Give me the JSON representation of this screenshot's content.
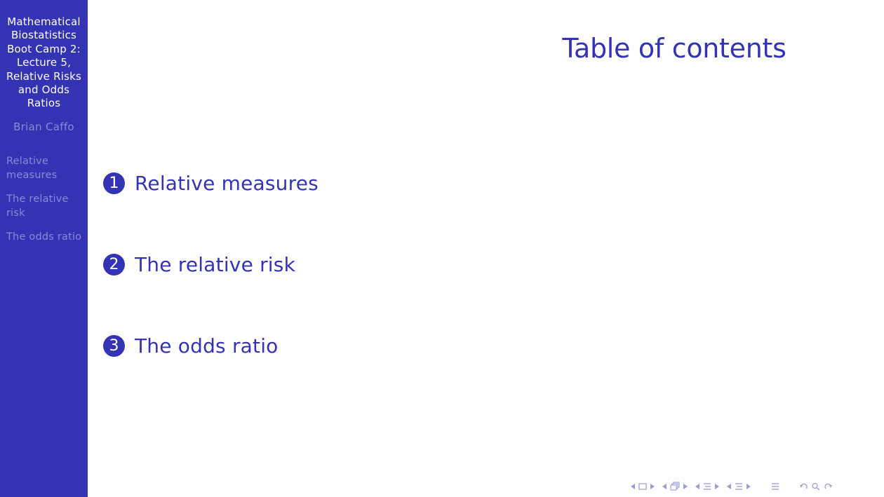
{
  "sidebar": {
    "title": "Mathematical Biostatistics Boot Camp 2: Lecture 5, Relative Risks and Odds Ratios",
    "author": "Brian Caffo",
    "nav_items": [
      "Relative measures",
      "The relative risk",
      "The odds ratio"
    ]
  },
  "slide": {
    "title": "Table of contents",
    "toc": [
      {
        "number": "1",
        "label": "Relative measures"
      },
      {
        "number": "2",
        "label": "The relative risk"
      },
      {
        "number": "3",
        "label": "The odds ratio"
      }
    ]
  },
  "colors": {
    "accent": "#3333b3",
    "sidebar_muted_text": "#8a8ad8",
    "nav_symbols": "#9b9bd6"
  },
  "navigation_icons": [
    "prev-frame-arrow-icon",
    "frame-icon",
    "next-frame-arrow-icon",
    "prev-subsection-arrow-icon",
    "subsection-icon",
    "next-subsection-arrow-icon",
    "prev-section-arrow-icon",
    "section-icon",
    "next-section-arrow-icon",
    "prev-document-arrow-icon",
    "document-icon",
    "next-document-arrow-icon",
    "appendix-icon",
    "back-icon",
    "search-icon",
    "forward-icon"
  ]
}
